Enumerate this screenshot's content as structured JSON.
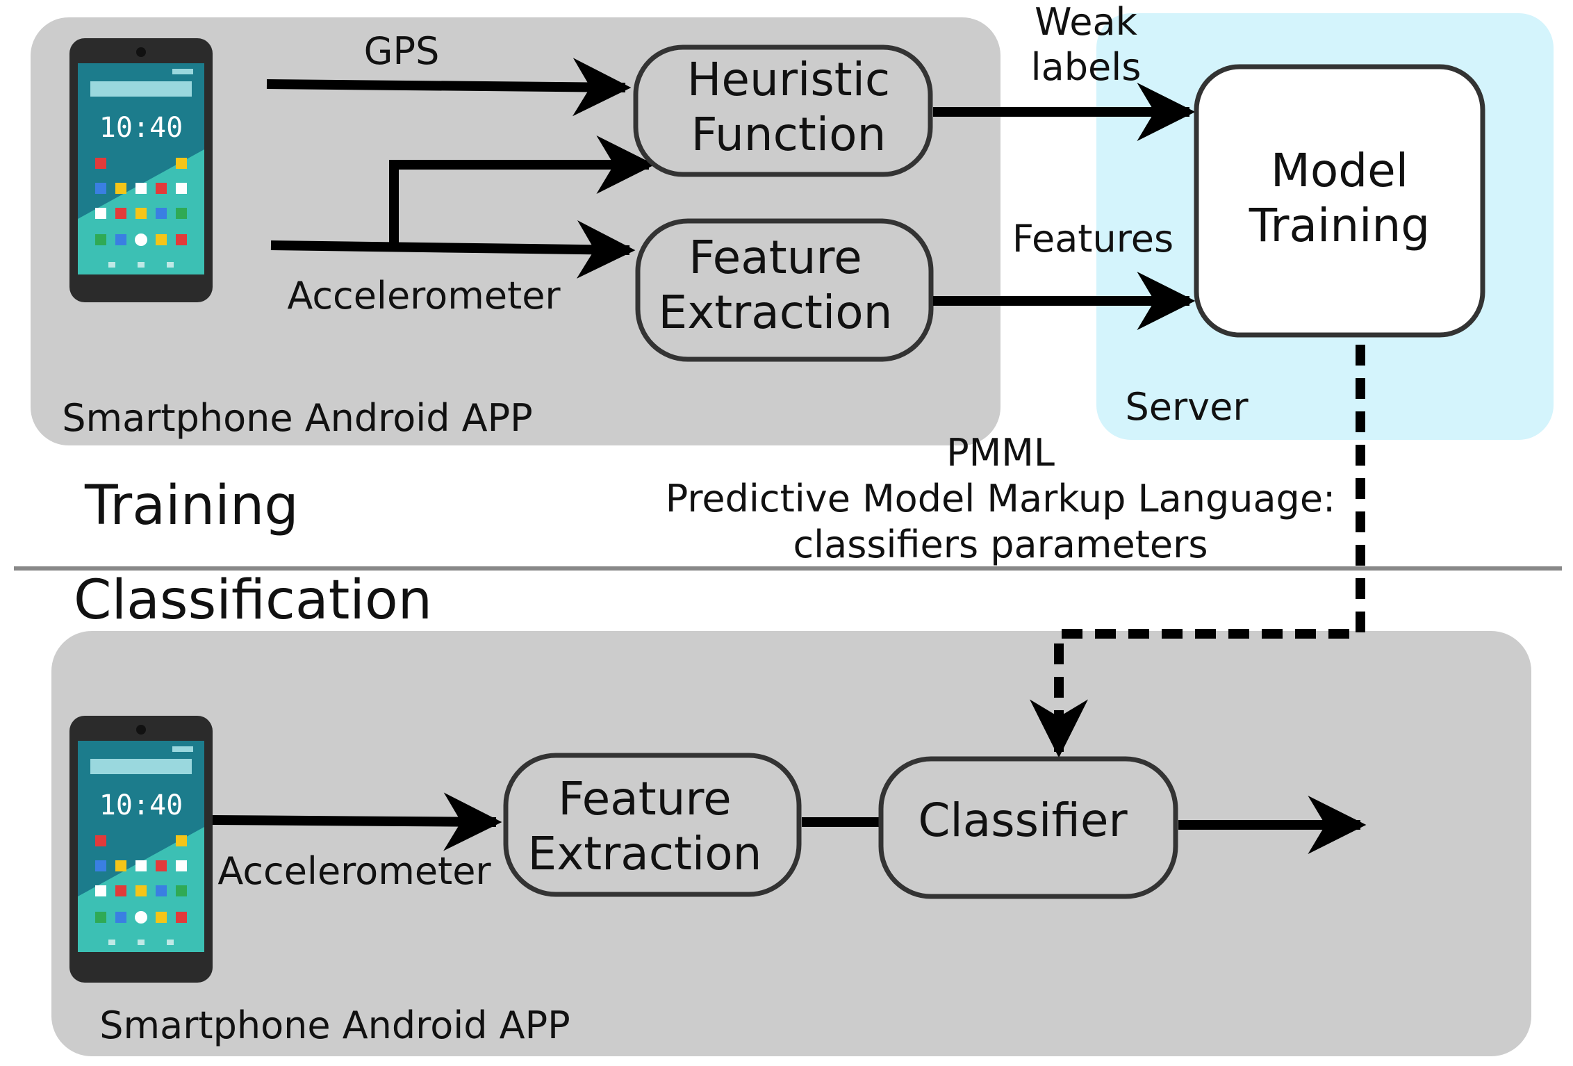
{
  "colors": {
    "panel_gray": "#cccccc",
    "server_blue": "#d4f4fc",
    "box_stroke": "#333333",
    "arrow": "#000000",
    "divider": "#888888",
    "phone_body": "#2b2b2b",
    "phone_screen_top": "#1c7c8c",
    "phone_screen_bottom": "#3cc0b4"
  },
  "training": {
    "section_label": "Training",
    "panel_label": "Smartphone Android APP",
    "phone_time": "10:40",
    "gps_label": "GPS",
    "accelerometer_label": "Accelerometer",
    "heuristic_box": {
      "line1": "Heuristic",
      "line2": "Function"
    },
    "feature_box": {
      "line1": "Feature",
      "line2": "Extraction"
    },
    "weak_labels": {
      "line1": "Weak",
      "line2": "labels"
    },
    "features_label": "Features"
  },
  "server": {
    "label": "Server",
    "model_box": {
      "line1": "Model",
      "line2": "Training"
    }
  },
  "pmml": {
    "line1": "PMML",
    "line2": "Predictive Model Markup Language:",
    "line3": "classifiers parameters"
  },
  "classification": {
    "section_label": "Classification",
    "panel_label": "Smartphone Android APP",
    "phone_time": "10:40",
    "accelerometer_label": "Accelerometer",
    "feature_box": {
      "line1": "Feature",
      "line2": "Extraction"
    },
    "classifier_box": "Classifier"
  },
  "icons": {
    "phone": "smartphone-icon",
    "app_dots": [
      "red",
      "blue",
      "yellow",
      "white",
      "green"
    ]
  }
}
